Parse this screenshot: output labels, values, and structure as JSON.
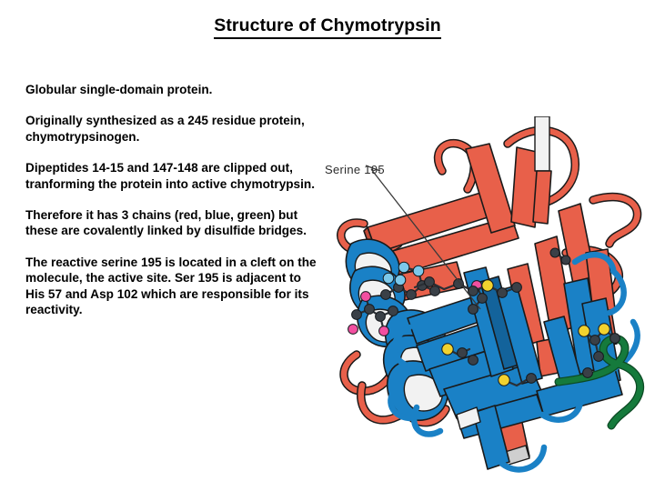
{
  "slide": {
    "title": "Structure of Chymotrypsin",
    "background_color": "#ffffff",
    "text_color": "#000000"
  },
  "body": {
    "paragraphs": [
      "Globular single-domain protein.",
      "Originally synthesized as a 245 residue protein, chymotrypsinogen.",
      "Dipeptides 14-15 and 147-148 are clipped out, tranforming the protein into active chymotrypsin.",
      "Therefore it has 3 chains (red, blue, green) but these are covalently linked by disulfide bridges.",
      "The reactive serine 195 is located in a cleft on the molecule, the active site. Ser 195 is adjacent to His 57 and Asp 102 which are responsible for its reactivity."
    ]
  },
  "figure": {
    "caption_label": "Serine 195",
    "description": "Ribbon diagram of chymotrypsin showing three chains",
    "colors": {
      "chain_red": "#E8604A",
      "chain_red_dark": "#C24A36",
      "chain_blue": "#1A81C6",
      "chain_blue_dark": "#13639B",
      "chain_green": "#157A3C",
      "helix_white": "#F2F2F2",
      "helix_shadow": "#C9C9C9",
      "atom_carbon": "#3A4047",
      "atom_nitrogen": "#7CC8EA",
      "atom_oxygen": "#F24FA0",
      "atom_sulfur": "#F2D22E",
      "outline": "#1A1A1A",
      "leader_line": "#3A3A3A"
    }
  }
}
